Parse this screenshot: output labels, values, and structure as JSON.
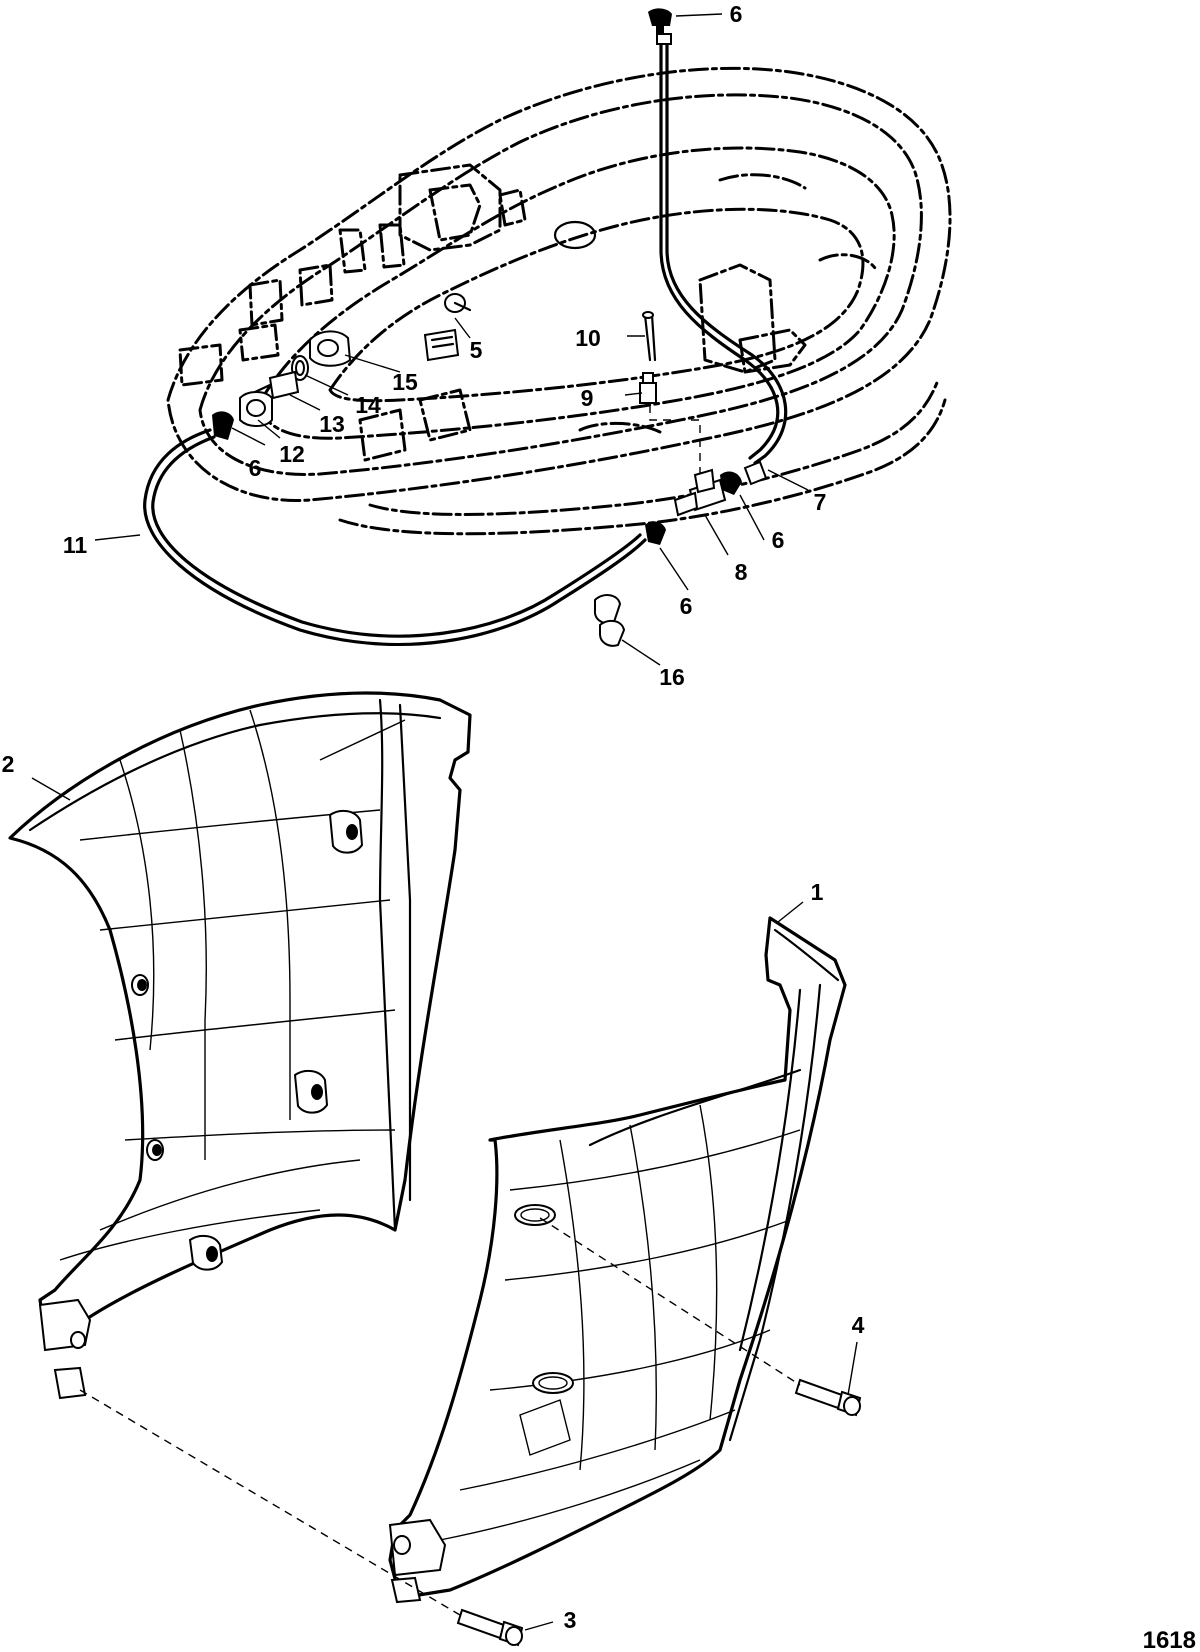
{
  "figure_number": "1618",
  "callouts": [
    {
      "id": "c1",
      "label": "1"
    },
    {
      "id": "c2",
      "label": "2"
    },
    {
      "id": "c3",
      "label": "3"
    },
    {
      "id": "c4",
      "label": "4"
    },
    {
      "id": "c5",
      "label": "5"
    },
    {
      "id": "c6a",
      "label": "6"
    },
    {
      "id": "c6b",
      "label": "6"
    },
    {
      "id": "c6c",
      "label": "6"
    },
    {
      "id": "c6d",
      "label": "6"
    },
    {
      "id": "c7",
      "label": "7"
    },
    {
      "id": "c8",
      "label": "8"
    },
    {
      "id": "c9",
      "label": "9"
    },
    {
      "id": "c10",
      "label": "10"
    },
    {
      "id": "c11",
      "label": "11"
    },
    {
      "id": "c12",
      "label": "12"
    },
    {
      "id": "c13",
      "label": "13"
    },
    {
      "id": "c14",
      "label": "14"
    },
    {
      "id": "c15",
      "label": "15"
    },
    {
      "id": "c16",
      "label": "16"
    }
  ]
}
